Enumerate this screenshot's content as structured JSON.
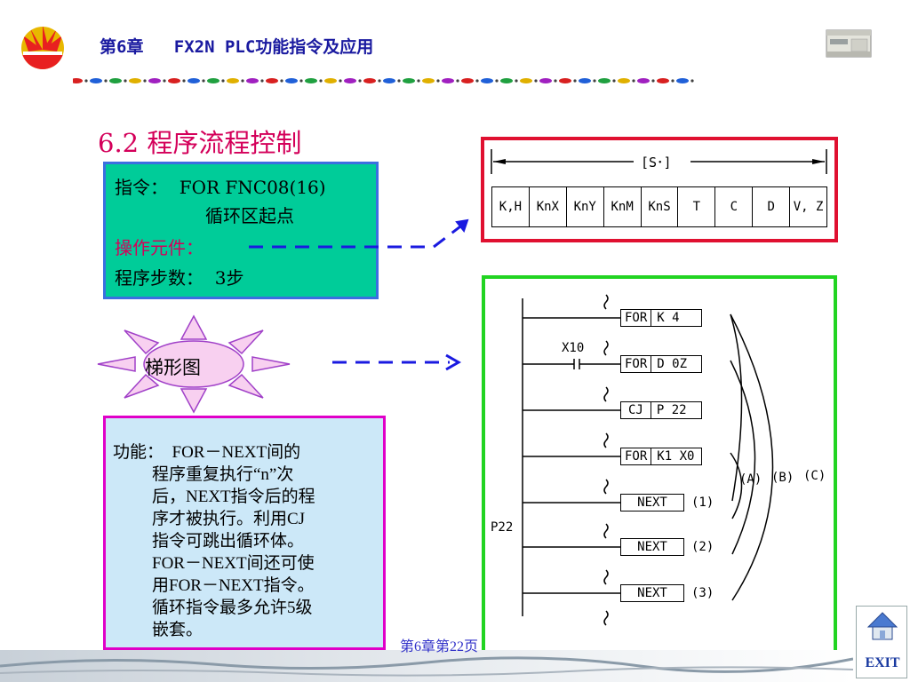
{
  "header": {
    "title": "第6章   FX2N PLC功能指令及应用"
  },
  "section": {
    "title": "6.2 程序流程控制"
  },
  "instruction": {
    "line1": "指令：  FOR FNC08(16)",
    "line2": "循环区起点",
    "line3": "操作元件：",
    "line4": "程序步数：  3步"
  },
  "sun": {
    "label": "梯形图"
  },
  "function": {
    "lines": [
      "功能：  FOR－NEXT间的",
      "程序重复执行“n”次",
      "后，NEXT指令后的程",
      "序才被执行。利用CJ",
      "指令可跳出循环体。",
      "FOR－NEXT间还可使",
      "用FOR－NEXT指令。",
      "循环指令最多允许5级",
      "嵌套。"
    ]
  },
  "operand_diagram": {
    "bracket_label": "[S･]",
    "cells": [
      "K,H",
      "KnX",
      "KnY",
      "KnM",
      "KnS",
      "T",
      "C",
      "D",
      "V, Z"
    ]
  },
  "ladder": {
    "contact_label": "X10",
    "side_label": "P22",
    "rungs": [
      {
        "op": "FOR",
        "arg": "K 4"
      },
      {
        "op": "FOR",
        "arg": "D 0Z"
      },
      {
        "op": "CJ",
        "arg": "P 22"
      },
      {
        "op": "FOR",
        "arg": "K1 X0"
      },
      {
        "op": "NEXT",
        "tag": "(1)"
      },
      {
        "op": "NEXT",
        "tag": "(2)"
      },
      {
        "op": "NEXT",
        "tag": "(3)"
      }
    ],
    "brackets": [
      "(A)",
      "(B)",
      "(C)"
    ]
  },
  "footer": {
    "page": "第6章第22页",
    "exit": "EXIT"
  },
  "colors": {
    "accent_pink": "#d4005a",
    "instr_bg": "#00cc99",
    "func_bg": "#cce8f8",
    "red_border": "#e01030",
    "green_border": "#22d422"
  }
}
